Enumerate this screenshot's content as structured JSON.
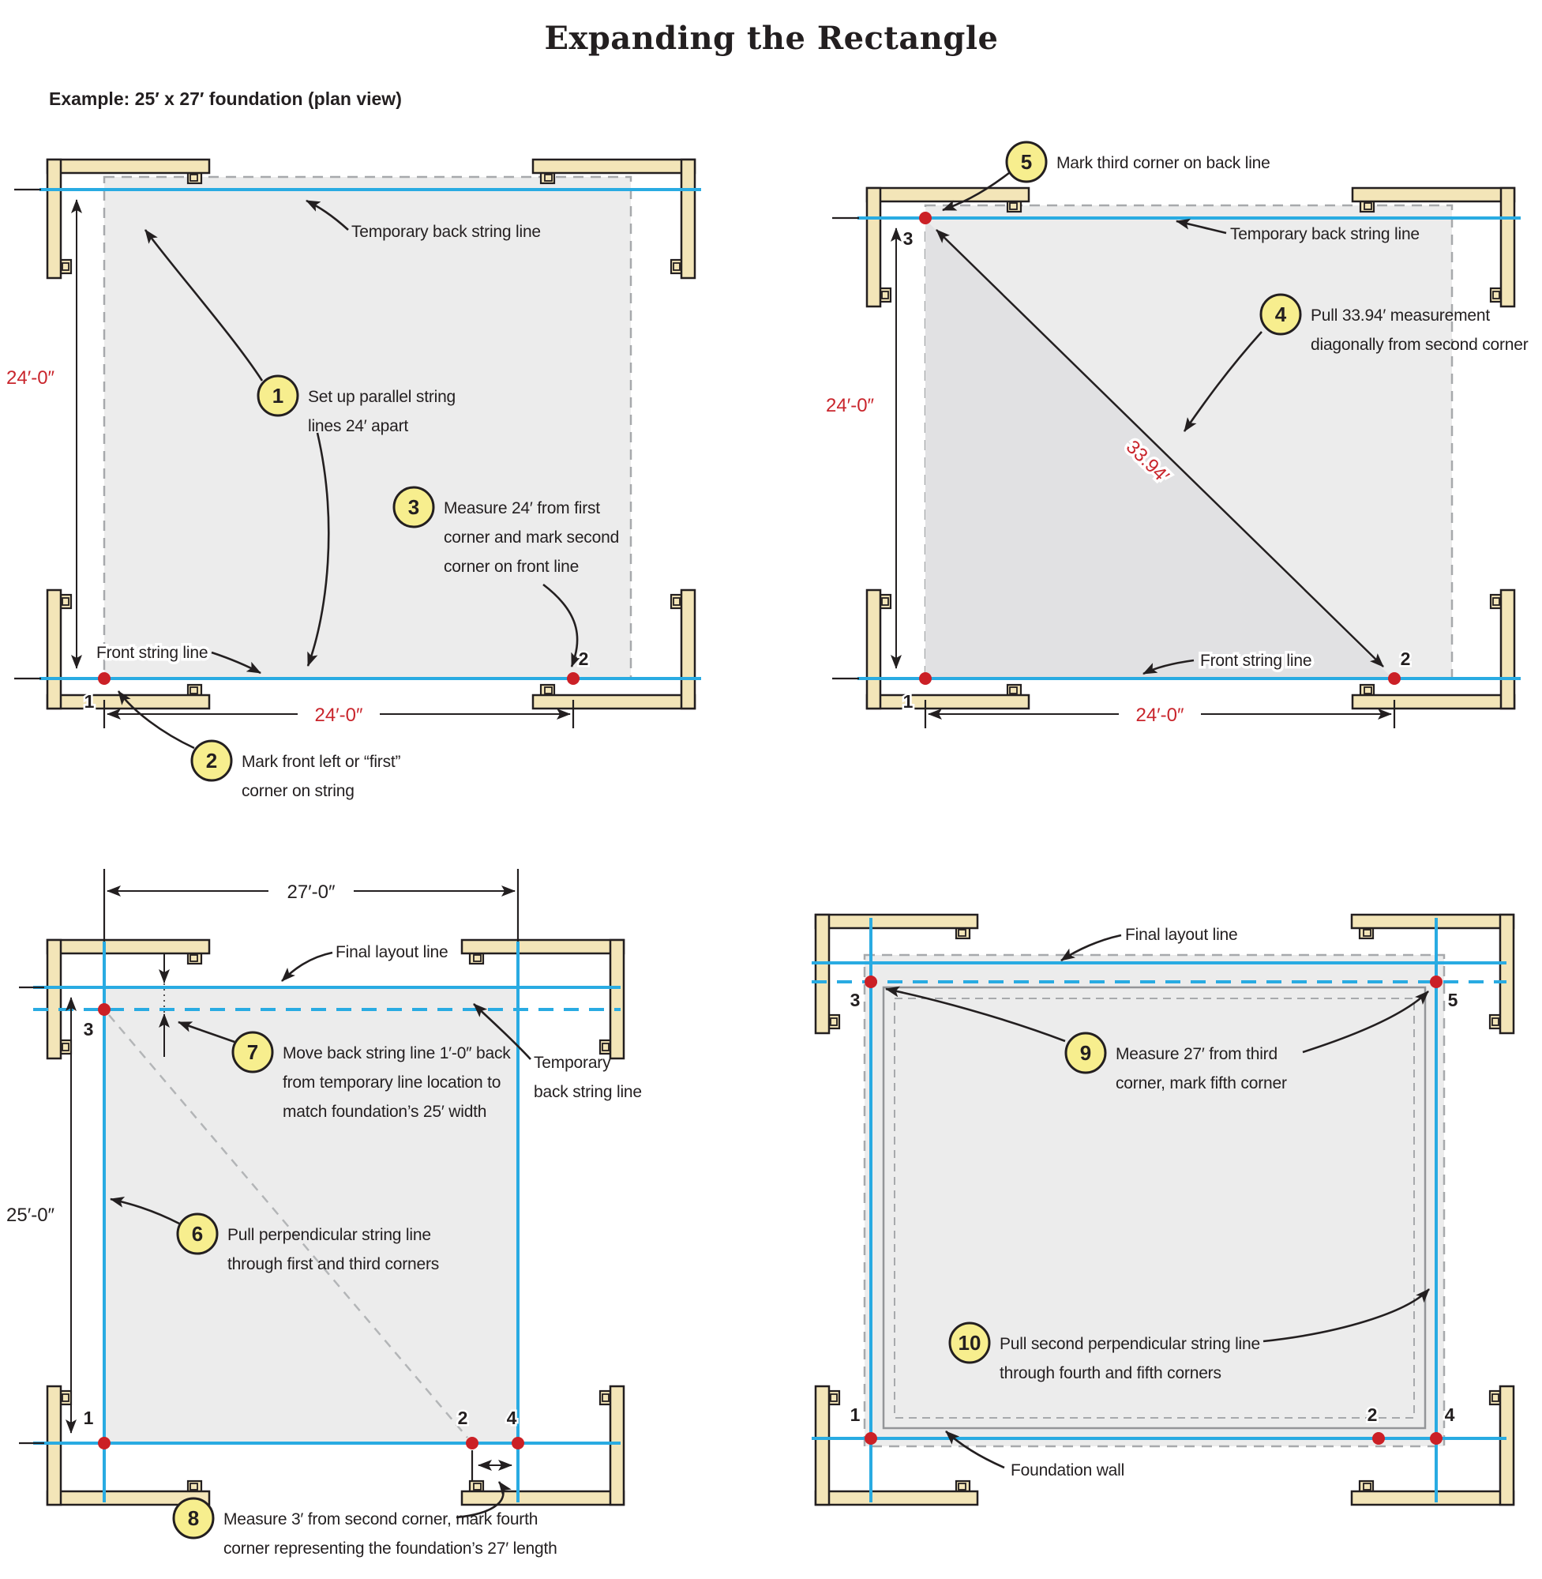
{
  "title": "Expanding the Rectangle",
  "subtitle": "Example: 25′ x 27′ foundation (plan view)",
  "colors": {
    "string_line_blue": "#29abe2",
    "marker_red": "#cb2026",
    "dimension_red": "#c9252c",
    "step_circle_yellow": "#f7ee8e",
    "batter_board_tan": "#f3e5b8",
    "foundation_fill_gray": "#ececec",
    "triangle_fill_gray": "#e1e1e3",
    "ink": "#231f20",
    "dash_gray": "#a7a9ac"
  },
  "corners": {
    "c1": "1",
    "c2": "2",
    "c3": "3",
    "c4": "4",
    "c5": "5"
  },
  "dims": {
    "d24": "24′-0″",
    "d27": "27′-0″",
    "d25": "25′-0″",
    "diag": "33.94′"
  },
  "labels": {
    "temp_back": "Temporary back string line",
    "front": "Front string line",
    "final": "Final layout line",
    "temp_l1": "Temporary",
    "temp_l2": "back string line",
    "foundation_wall": "Foundation wall"
  },
  "steps": {
    "s1": {
      "n": "1",
      "lines": [
        "Set up parallel string",
        "lines 24′ apart"
      ]
    },
    "s2": {
      "n": "2",
      "lines": [
        "Mark front left or “first”",
        "corner on string"
      ]
    },
    "s3": {
      "n": "3",
      "lines": [
        "Measure 24′ from first",
        "corner and mark second",
        "corner on front line"
      ]
    },
    "s4": {
      "n": "4",
      "lines": [
        "Pull 33.94′ measurement",
        "diagonally from second corner"
      ]
    },
    "s5": {
      "n": "5",
      "lines": [
        "Mark third corner on back line"
      ]
    },
    "s6": {
      "n": "6",
      "lines": [
        "Pull perpendicular string line",
        "through first and third corners"
      ]
    },
    "s7": {
      "n": "7",
      "lines": [
        "Move back string line 1′-0″ back",
        "from temporary line location to",
        "match foundation’s 25′ width"
      ]
    },
    "s8": {
      "n": "8",
      "lines": [
        "Measure 3′ from second corner, mark fourth",
        "corner representing the foundation’s 27′ length"
      ]
    },
    "s9": {
      "n": "9",
      "lines": [
        "Measure 27′ from third",
        "corner, mark fifth corner"
      ]
    },
    "s10": {
      "n": "10",
      "lines": [
        "Pull second perpendicular string line",
        "through fourth and fifth corners"
      ]
    }
  }
}
